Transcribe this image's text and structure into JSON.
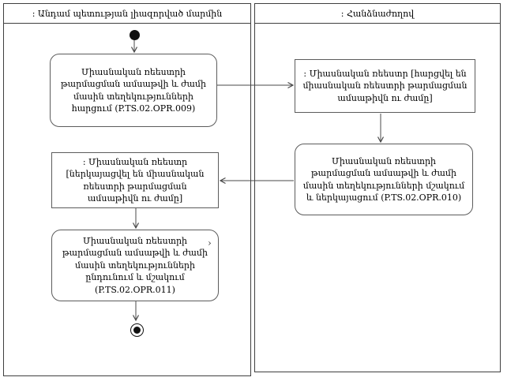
{
  "diagram": {
    "type": "uml-activity-swimlane",
    "lanes": [
      {
        "title": ": Անդամ պետության լիազորված մարմին"
      },
      {
        "title": ": Հանձնաժողով"
      }
    ],
    "nodes": [
      {
        "id": "start",
        "kind": "initial-node",
        "lane": 0
      },
      {
        "id": "opr009",
        "kind": "action",
        "lane": 0,
        "text": "Միասնական ռեեստրի թարմացման ամսաթվի և ժամի մասին տեղեկությունների հարցում (P.TS.02.OPR.009)"
      },
      {
        "id": "object-right",
        "kind": "object",
        "lane": 1,
        "text": ": Միասնական ռեեստր [հարցվել են միասնական ռեեստրի թարմացման ամսաթիվն ու ժամը]"
      },
      {
        "id": "opr010",
        "kind": "action",
        "lane": 1,
        "text": "Միասնական ռեեստրի թարմացման ամսաթվի և ժամի մասին տեղեկությունների մշակում և ներկայացում (P.TS.02.OPR.010)"
      },
      {
        "id": "object-left",
        "kind": "object",
        "lane": 0,
        "text": ": Միասնական ռեեստր [ներկայացվել են միասնական ռեեստրի թարմացման ամսաթիվն ու ժամը]"
      },
      {
        "id": "opr011",
        "kind": "action",
        "lane": 0,
        "text": "Միասնական ռեեստրի թարմացման ամսաթվի և ժամի մասին տեղեկությունների ընդունում և մշակում (P.TS.02.OPR.011)"
      },
      {
        "id": "final",
        "kind": "final-node",
        "lane": 0
      }
    ],
    "edges": [
      {
        "from": "start",
        "to": "opr009"
      },
      {
        "from": "opr009",
        "to": "object-right"
      },
      {
        "from": "object-right",
        "to": "opr010"
      },
      {
        "from": "opr010",
        "to": "object-left"
      },
      {
        "from": "object-left",
        "to": "opr011"
      },
      {
        "from": "opr011",
        "to": "final"
      }
    ],
    "stray_mark": "›",
    "colors": {
      "line": "#4a4a4a",
      "lane_border": "#3f3f3f",
      "node_border": "#5c5c5c"
    }
  }
}
